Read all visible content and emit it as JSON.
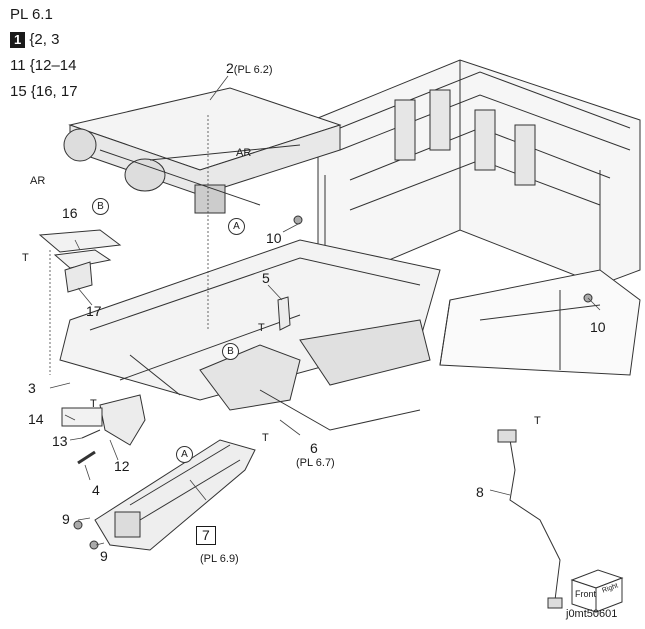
{
  "header": {
    "plate": "PL 6.1",
    "groups": [
      {
        "head": "1",
        "items": "2, 3",
        "boxed": true
      },
      {
        "head": "11",
        "items": "12–14",
        "boxed": false
      },
      {
        "head": "15",
        "items": "16, 17",
        "boxed": false
      }
    ]
  },
  "callouts": {
    "c2": "2",
    "c2_ref": "(PL 6.2)",
    "c3": "3",
    "c4": "4",
    "c5": "5",
    "c6": "6",
    "c6_ref": "(PL 6.7)",
    "c7": "7",
    "c7_ref": "(PL 6.9)",
    "c8": "8",
    "c9a": "9",
    "c9b": "9",
    "c10a": "10",
    "c10b": "10",
    "c12": "12",
    "c13": "13",
    "c14": "14",
    "c16": "16",
    "c17": "17"
  },
  "markers": {
    "ar1": "AR",
    "ar2": "AR",
    "t1": "T",
    "t2": "T",
    "t3": "T",
    "t4": "T",
    "t5": "T",
    "a1": "A",
    "a2": "A",
    "b1": "B",
    "b2": "B"
  },
  "orientation": {
    "front": "Front",
    "right": "Right"
  },
  "image_id": "j0mt50601"
}
